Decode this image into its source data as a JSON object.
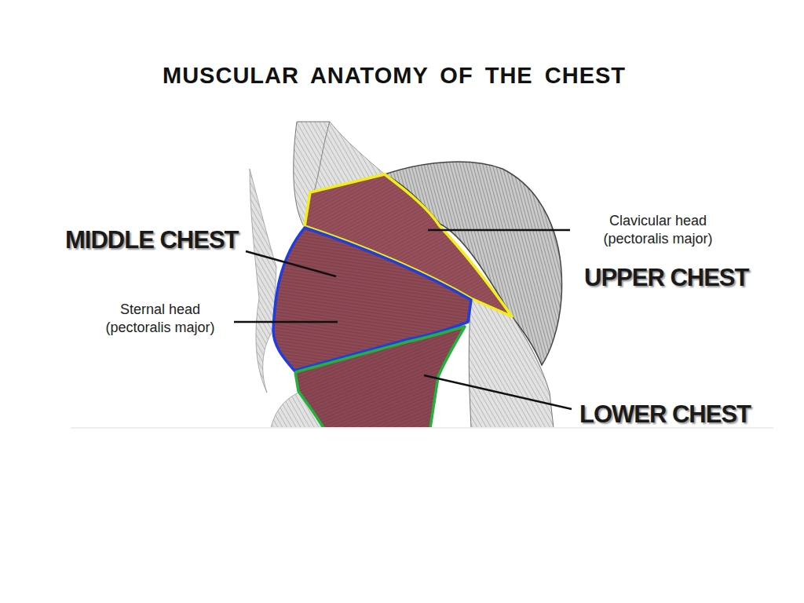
{
  "diagram": {
    "title": "MUSCULAR ANATOMY OF THE CHEST",
    "labels": [
      "MIDDLE CHEST",
      "Sternal head (pectoralis major)",
      "Clavicular head (pectoralis major)",
      "UPPER CHEST",
      "LOWER CHEST"
    ]
  }
}
